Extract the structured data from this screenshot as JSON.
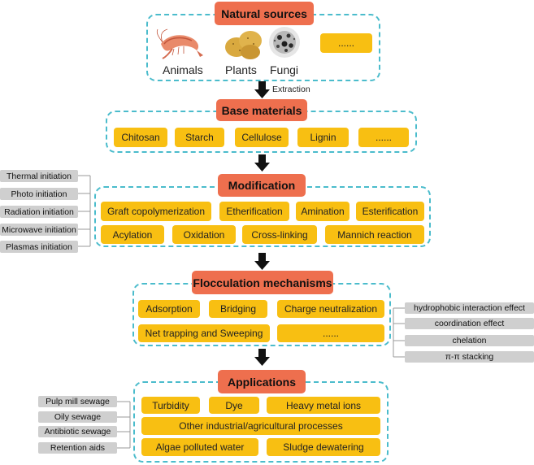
{
  "natural_sources": {
    "title": "Natural sources",
    "items": [
      "Animals",
      "Plants",
      "Fungi"
    ],
    "more": "......"
  },
  "extraction_label": "Extraction",
  "base_materials": {
    "title": "Base materials",
    "items": [
      "Chitosan",
      "Starch",
      "Cellulose",
      "Lignin",
      "......"
    ]
  },
  "modification": {
    "title": "Modification",
    "items": [
      "Graft copolymerization",
      "Etherification",
      "Amination",
      "Esterification",
      "Acylation",
      "Oxidation",
      "Cross-linking",
      "Mannich reaction"
    ],
    "initiations": [
      "Thermal initiation",
      "Photo initiation",
      "Radiation initiation",
      "Microwave initiation",
      "Plasmas initiation"
    ]
  },
  "flocculation": {
    "title": "Flocculation mechanisms",
    "items": [
      "Adsorption",
      "Bridging",
      "Charge neutralization",
      "Net trapping and Sweeping",
      "......"
    ],
    "effects": [
      "hydrophobic interaction effect",
      "coordination effect",
      "chelation",
      "π-π stacking"
    ]
  },
  "applications": {
    "title": "Applications",
    "items": [
      "Turbidity",
      "Dye",
      "Heavy metal ions",
      "Other industrial/agricultural processes",
      "Algae polluted water",
      "Sludge dewatering"
    ],
    "side": [
      "Pulp mill sewage",
      "Oily sewage",
      "Antibiotic sewage",
      "Retention aids"
    ]
  },
  "colors": {
    "header": "#ee6f4e",
    "item": "#f8bf12",
    "side": "#cfcfcf",
    "dash": "#4bbccc"
  }
}
